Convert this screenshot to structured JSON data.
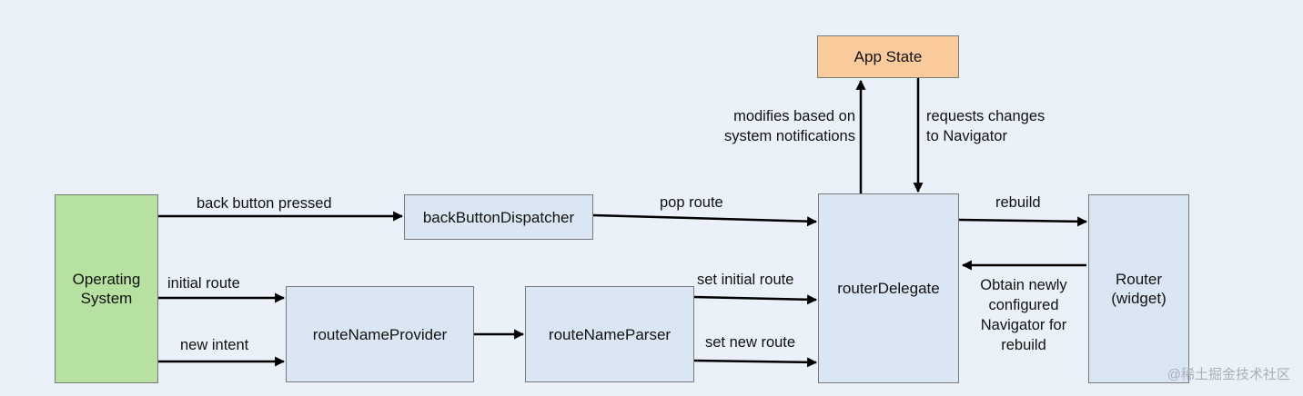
{
  "nodes": {
    "app_state": "App State",
    "operating_system": "Operating\nSystem",
    "back_button_dispatcher": "backButtonDispatcher",
    "route_name_provider": "routeNameProvider",
    "route_name_parser": "routeNameParser",
    "router_delegate": "routerDelegate",
    "router": "Router\n(widget)"
  },
  "edges": {
    "back_button_pressed": "back button pressed",
    "pop_route": "pop route",
    "initial_route": "initial route",
    "new_intent": "new intent",
    "set_initial_route": "set initial route",
    "set_new_route": "set new route",
    "rebuild": "rebuild",
    "obtain_navigator": "Obtain newly\nconfigured\nNavigator for\nrebuild",
    "modifies_based_on": "modifies based on\nsystem notifications",
    "requests_changes": "requests changes\nto Navigator"
  },
  "colors": {
    "node_blue": "#dbe6f5",
    "node_green": "#b7e1a1",
    "node_orange": "#f9cb9c",
    "border": "#7a7a7a",
    "arrow": "#000000"
  },
  "watermark": "@稀土掘金技术社区"
}
